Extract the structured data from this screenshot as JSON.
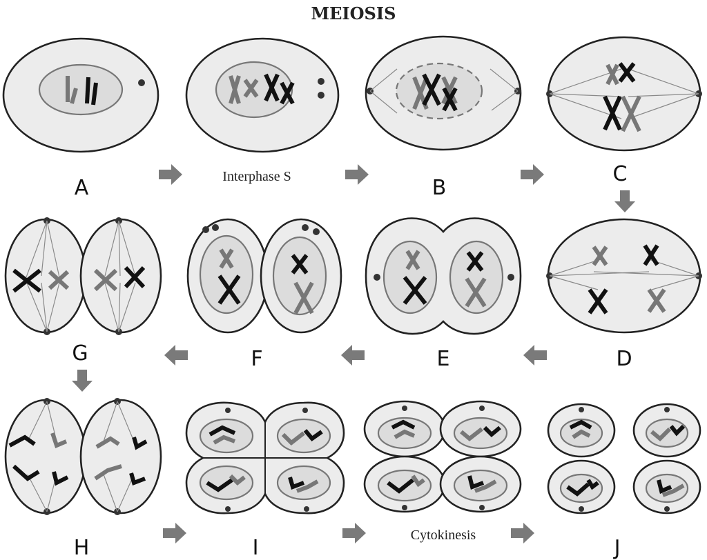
{
  "title": "MEIOSIS",
  "captions": {
    "interphase": "Interphase S",
    "cytokinesis": "Cytokinesis"
  },
  "stage_letters": {
    "A": "A",
    "B": "B",
    "C": "C",
    "D": "D",
    "E": "E",
    "F": "F",
    "G": "G",
    "H": "H",
    "I": "I",
    "J": "J"
  },
  "colors": {
    "cell_fill": "#ececec",
    "nucleus_fill": "#dcdcdc",
    "chromosome_dark": "#111111",
    "chromosome_light": "#777777",
    "arrow": "#7a7a7a"
  }
}
